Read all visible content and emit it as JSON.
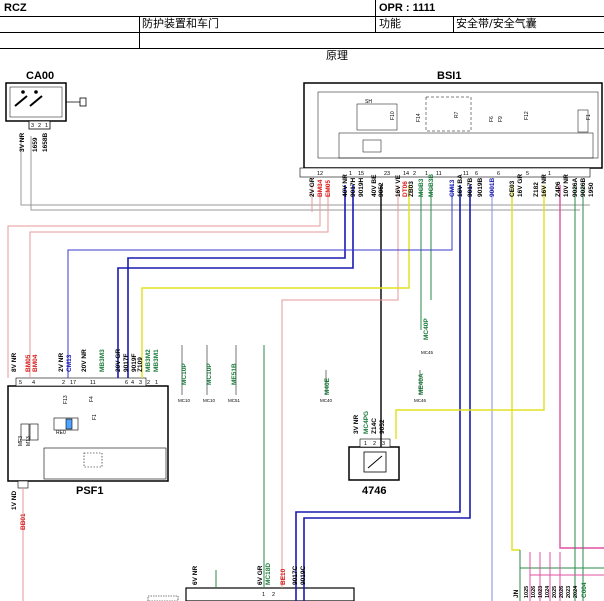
{
  "header": {
    "model": "RCZ",
    "opr": "OPR : 1111",
    "domain": "防护装置和车门",
    "function_label": "功能",
    "function_value": "安全带/安全气囊",
    "section": "原理"
  },
  "components": {
    "ca00": "CA00",
    "bsi1": "BSI1",
    "psf1": "PSF1",
    "c4746": "4746"
  },
  "ca00_labels": {
    "conn": "3V NR",
    "w1": "1659",
    "w2": "1658B",
    "pins": [
      "3",
      "2",
      "1"
    ]
  },
  "bsi_labels": {
    "bottom": [
      "2V GR",
      "BM34",
      "EM05",
      "40V NR",
      "9017H",
      "9019H",
      "40V BE",
      "9052",
      "16V VE",
      "DT06",
      "ZB03",
      "MCB3",
      "MCB3B",
      "CM13",
      "16V BA",
      "9017B",
      "9019B",
      "9001B",
      "CE03",
      "16V GR",
      "Z182",
      "16V NR",
      "Z4P6",
      "10V NR",
      "9026A",
      "9026B",
      "1950"
    ],
    "pins": [
      "12",
      "1",
      "15",
      "23",
      "14",
      "2",
      "1",
      "11",
      "11",
      "6",
      "6",
      "5",
      "1"
    ],
    "internal": [
      "SH",
      "F10",
      "F14",
      "R7",
      "F6",
      "F9",
      "F12",
      "F1"
    ]
  },
  "psf_labels": {
    "top": [
      "8V NR",
      "BM05",
      "BM04",
      "2V NR",
      "CM13",
      "20V NR",
      "MB3M3",
      "20V GR",
      "9017F",
      "9019F",
      "Z109",
      "MB3M2",
      "MB3M1"
    ],
    "pins": [
      "5",
      "4",
      "2",
      "17",
      "11",
      "6",
      "4",
      "3",
      "2",
      "1"
    ],
    "internal": [
      "F13",
      "F4",
      "F1",
      "MF3",
      "M13",
      "RE0"
    ],
    "bottom": [
      "1V ND",
      "BB01"
    ]
  },
  "mid_labels": [
    "MC10P",
    "MC10P",
    "ME51B",
    "M40E",
    "MC40P",
    "ME40A",
    "MC10",
    "MC10",
    "MC51",
    "MC40",
    "MC45",
    "MC46"
  ],
  "c4746_labels": [
    "3V NR",
    "MC4PG",
    "Z14C",
    "9052",
    "1",
    "2",
    "3"
  ],
  "bottom_labels": [
    "6V NR",
    "6V GR",
    "MC18D",
    "BE10",
    "9017C",
    "9019C",
    "1",
    "2",
    "JN",
    "1025",
    "1026",
    "1023",
    "1024",
    "2025",
    "2026",
    "2023",
    "2024",
    "C004"
  ]
}
